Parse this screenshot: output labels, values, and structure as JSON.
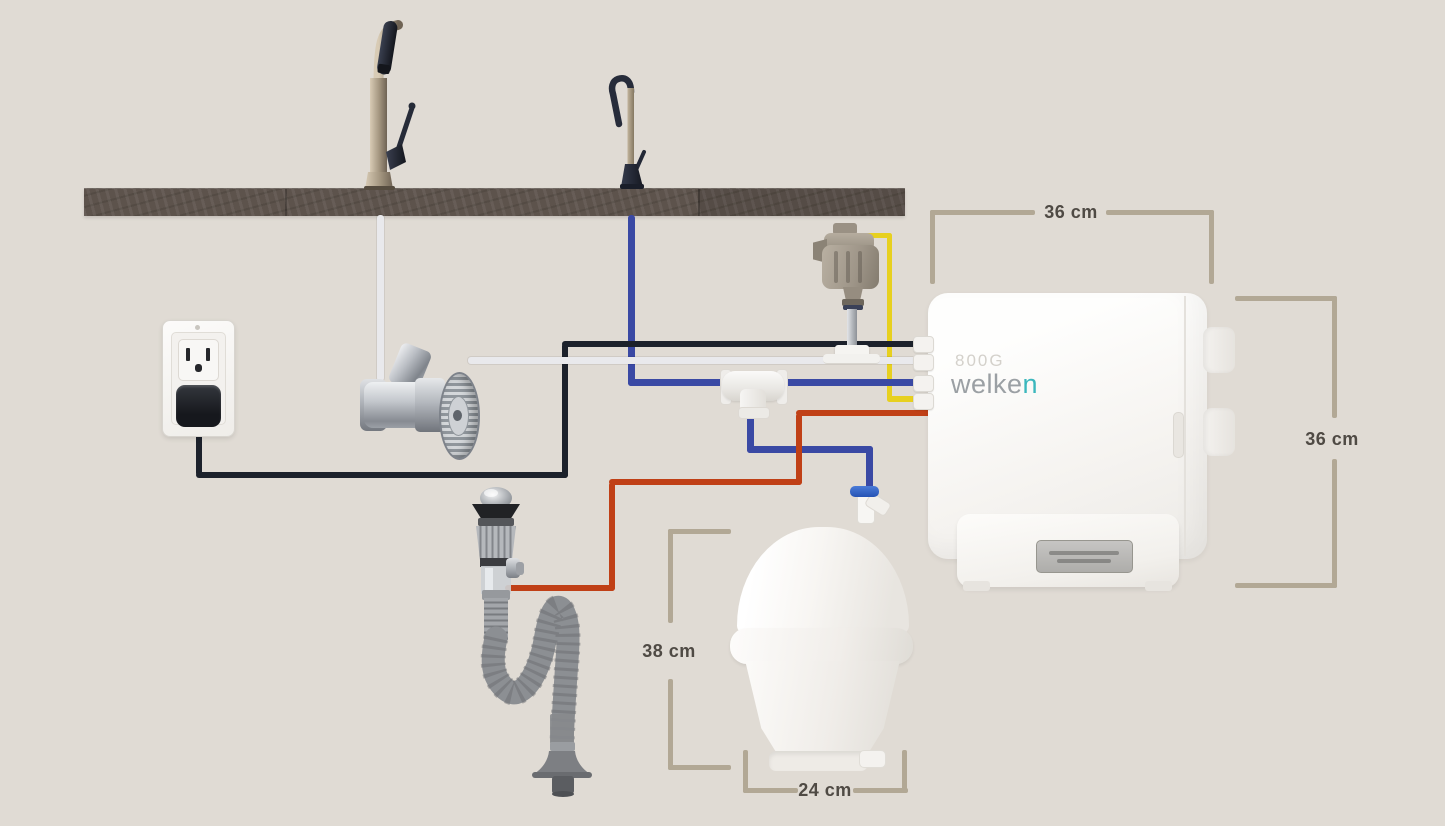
{
  "product": {
    "model": "800G",
    "brand_full": "welken",
    "brand_main": "welke",
    "brand_accent": "n"
  },
  "dimensions": {
    "unit_width": "36 cm",
    "unit_height": "36 cm",
    "tank_height": "38 cm",
    "tank_width": "24 cm"
  },
  "components": {
    "kitchen_faucet": "kitchen-faucet",
    "ro_drinking_faucet": "ro-faucet",
    "power_outlet": "power-outlet",
    "angle_stop_valve": "angle-stop-valve",
    "auto_shutoff_valve": "auto-shutoff-valve",
    "tee_fitting": "tee-fitting",
    "sink_drain_flex_hose": "drain-assembly",
    "pressure_tank": "pressure-tank",
    "tank_ball_valve": "tank-ball-valve",
    "ro_system_unit": "ro-system-unit"
  },
  "colors": {
    "background": "#e0dbd4",
    "counter": "#5d534c",
    "bracket": "#b2a895",
    "dimension_text": "#4f4a44",
    "power_cord_black": "#1c212b",
    "tube_feed_white": "#e9e9ec",
    "tube_ro_blue": "#3a49a4",
    "tube_drain_red": "#c04016",
    "tube_leak_yellow": "#e7d01f",
    "model_gray": "#d4d1cb",
    "logo_gray": "#9ba0a4",
    "brand_teal": "#3bb7bd"
  }
}
